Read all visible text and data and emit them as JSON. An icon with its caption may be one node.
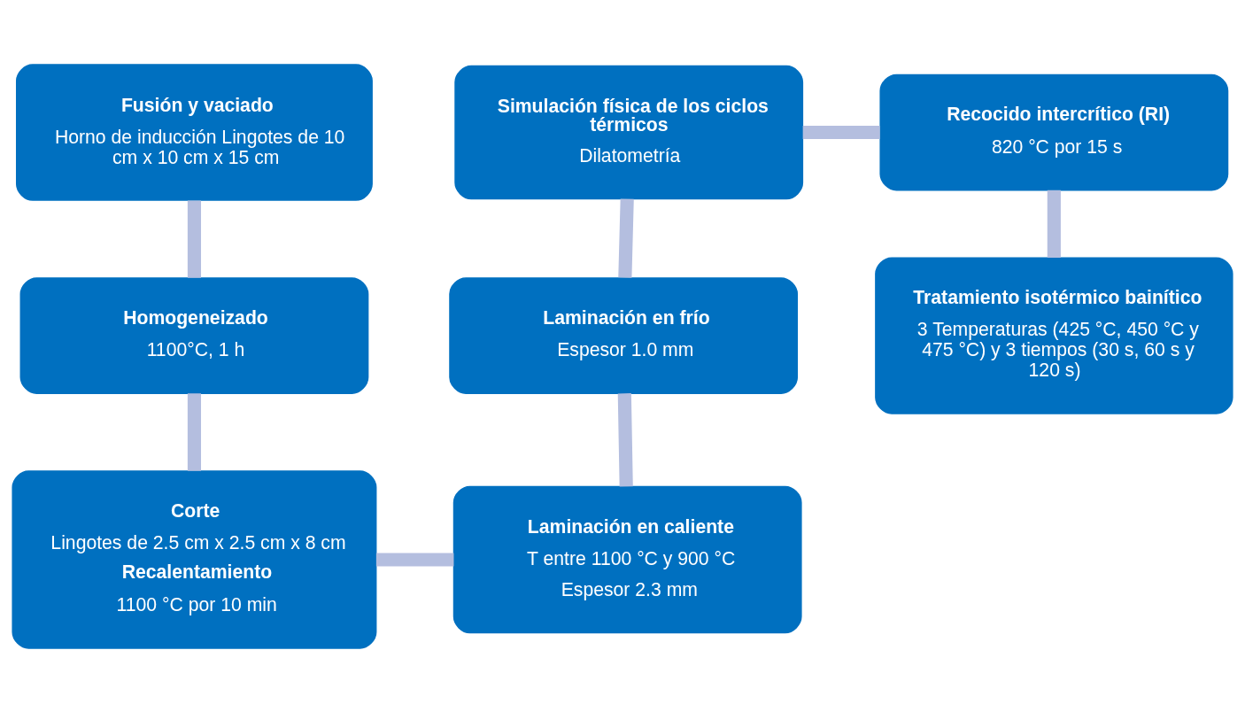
{
  "diagram": {
    "nodes": [
      {
        "text": [
          "Fusión y vaciado",
          "Horno de inducción Lingotes de 10 cm x 10 cm x 15 cm"
        ]
      },
      {
        "text": [
          "Homogeneizado",
          "1100°C, 1 h"
        ]
      },
      {
        "text": [
          "Corte",
          "Lingotes de 2.5 cm x 2.5 cm x 8 cm",
          "Recalentamiento",
          "1100 °C por 10 min"
        ]
      },
      {
        "text": [
          "Laminación en caliente",
          "T entre 1100 °C y 900 °C",
          "Espesor 2.3 mm"
        ]
      },
      {
        "text": [
          "Laminación en frío",
          "Espesor 1.0 mm"
        ]
      },
      {
        "text": [
          "Simulación física de los ciclos térmicos",
          "Dilatometría"
        ]
      },
      {
        "text": [
          "Recocido intercrítico (RI)",
          "820 °C por 15 s"
        ]
      },
      {
        "text": [
          "Tratamiento isotérmico bainítico",
          "3 Temperaturas (425 °C, 450 °C y 475 °C) y 3 tiempos (30 s, 60 s y 120 s)"
        ]
      }
    ],
    "edges": [
      {
        "from": 0,
        "to": 1,
        "arrow": "none"
      },
      {
        "from": 1,
        "to": 2,
        "arrow": "none"
      },
      {
        "from": 2,
        "to": 3,
        "arrow": "none"
      },
      {
        "from": 3,
        "to": 4,
        "arrow": "none"
      },
      {
        "from": 4,
        "to": 5,
        "arrow": "none"
      },
      {
        "from": 5,
        "to": 6,
        "arrow": "none"
      },
      {
        "from": 6,
        "to": 7,
        "arrow": "none"
      }
    ]
  }
}
